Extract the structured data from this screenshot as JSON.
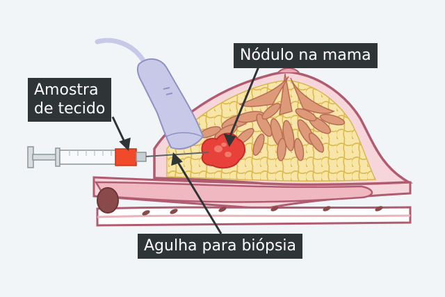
{
  "labels": {
    "nodule": "Nódulo na mama",
    "tissue_sample_line1": "Amostra",
    "tissue_sample_line2": "de tecido",
    "needle": "Agulha para biópsia"
  },
  "colors": {
    "background": "#f2f5f7",
    "label_bg": "#2f3437",
    "label_text": "#ffffff",
    "skin_outline": "#b05b70",
    "fat_tissue": "#f7e6a8",
    "fat_lines": "#d9b74e",
    "glands": "#dd9a78",
    "nodule": "#e8413a",
    "probe": "#c8c9e8",
    "muscle": "#f3c3c9",
    "rib": "#8b4a4a",
    "syringe_sample": "#f04a2a",
    "leader_line": "#2f3437"
  },
  "icons": {
    "probe": "ultrasound-probe-icon",
    "syringe": "syringe-icon"
  }
}
